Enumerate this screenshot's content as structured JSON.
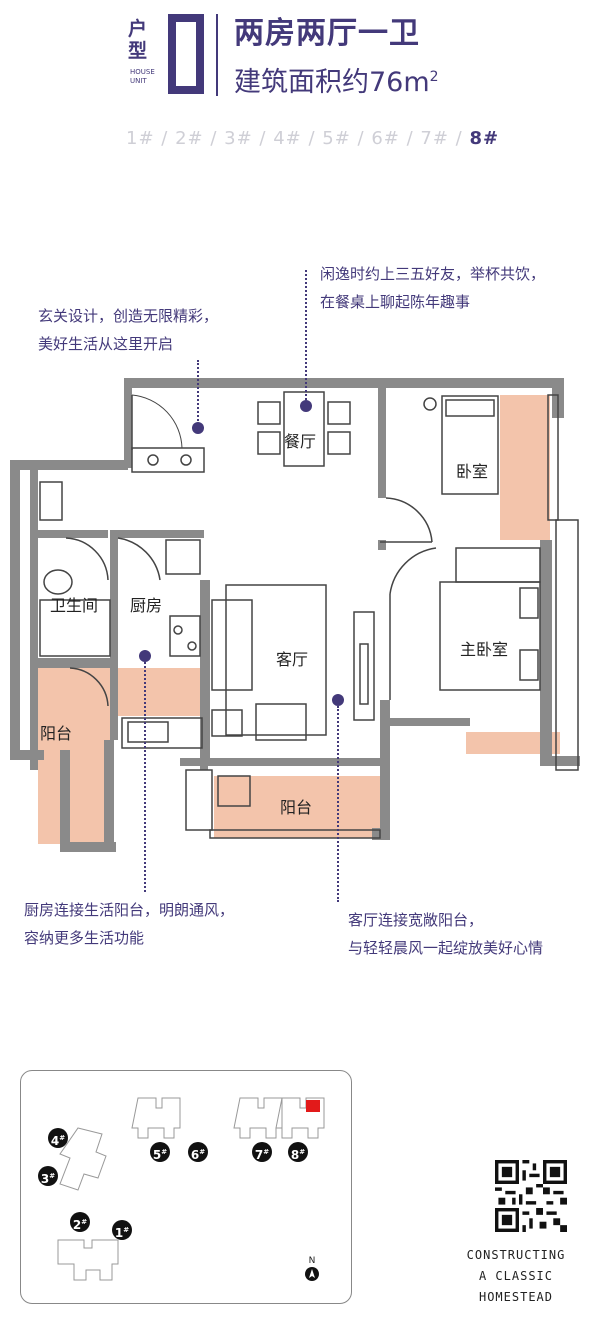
{
  "header": {
    "type_label": "户型",
    "unit_letter": "D",
    "unit_caption": "HOUSE UNIT",
    "title": "两房两厅一卫",
    "area_prefix": "建筑面积约76m",
    "area_sup": "2"
  },
  "buildings": {
    "items": [
      "1#",
      "2#",
      "3#",
      "4#",
      "5#",
      "6#",
      "7#",
      "8#"
    ],
    "active": "8#"
  },
  "callouts": {
    "entrance_line1": "玄关设计，创造无限精彩，",
    "entrance_line2": "美好生活从这里开启",
    "dining_line1": "闲逸时约上三五好友，举杯共饮，",
    "dining_line2": "在餐桌上聊起陈年趣事",
    "kitchen_line1": "厨房连接生活阳台，明朗通风，",
    "kitchen_line2": "容纳更多生活功能",
    "living_line1": "客厅连接宽敞阳台，",
    "living_line2": "与轻轻晨风一起绽放美好心情"
  },
  "rooms": {
    "dining": "餐厅",
    "bedroom": "卧室",
    "bathroom": "卫生间",
    "kitchen": "厨房",
    "living": "客厅",
    "master_bedroom": "主卧室",
    "balcony_left": "阳台",
    "balcony_bottom": "阳台"
  },
  "keyplan": {
    "buildings": [
      {
        "num": "1",
        "mark": "#"
      },
      {
        "num": "2",
        "mark": "#"
      },
      {
        "num": "3",
        "mark": "#"
      },
      {
        "num": "4",
        "mark": "#"
      },
      {
        "num": "5",
        "mark": "#"
      },
      {
        "num": "6",
        "mark": "#"
      },
      {
        "num": "7",
        "mark": "#"
      },
      {
        "num": "8",
        "mark": "#"
      }
    ],
    "north": "N"
  },
  "slogan": {
    "line1": "CONSTRUCTING",
    "line2": "A CLASSIC",
    "line3": "HOMESTEAD"
  },
  "colors": {
    "accent": "#43397a",
    "balcony_fill": "#f3c4ab",
    "wall": "#8a8a8a",
    "highlight": "#e21a1a"
  }
}
